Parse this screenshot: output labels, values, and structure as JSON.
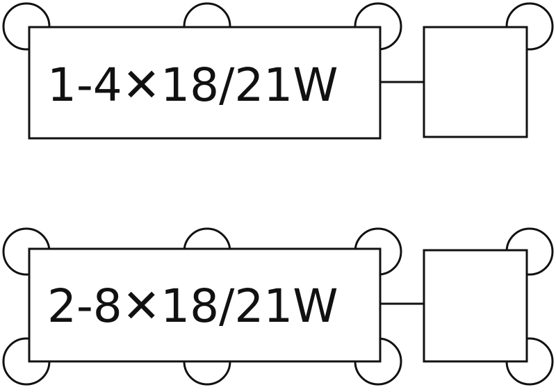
{
  "colors": {
    "ink": "#111111",
    "background": "#ffffff"
  },
  "circuits": [
    {
      "id": "top",
      "rating": "1-4✕18/21W",
      "lamp_count": 4
    },
    {
      "id": "bottom",
      "rating": "2-8✕18/21W",
      "lamp_count": 8
    }
  ]
}
